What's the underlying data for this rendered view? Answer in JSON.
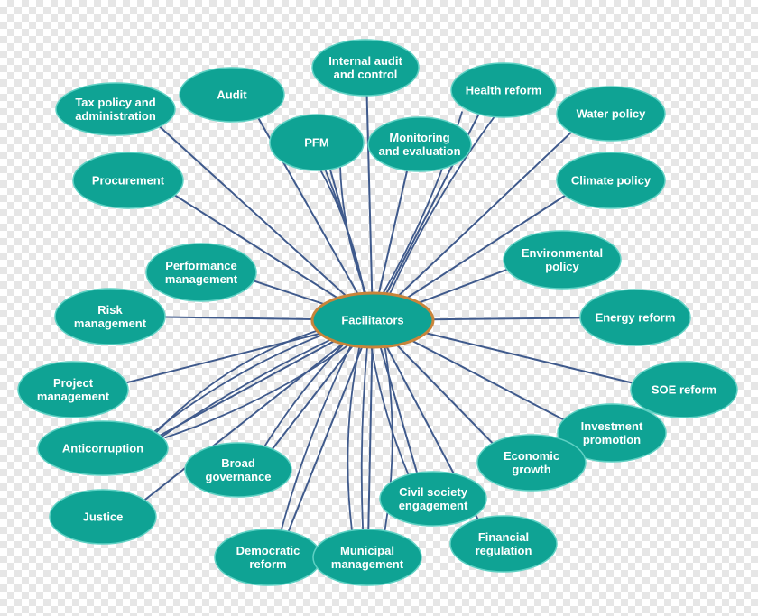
{
  "colors": {
    "node_fill": "#0fa394",
    "node_stroke": "#5fd1c4",
    "hub_fill": "#0fa394",
    "hub_stroke": "#c8843a",
    "edge": "#3f5a8c"
  },
  "hub": {
    "label": "Facilitators"
  },
  "nodes": [
    {
      "id": "tax",
      "lines": [
        "Tax policy and",
        "administration"
      ]
    },
    {
      "id": "audit",
      "lines": [
        "Audit"
      ]
    },
    {
      "id": "internal-audit",
      "lines": [
        "Internal audit",
        "and control"
      ]
    },
    {
      "id": "health",
      "lines": [
        "Health reform"
      ]
    },
    {
      "id": "water",
      "lines": [
        "Water policy"
      ]
    },
    {
      "id": "pfm",
      "lines": [
        "PFM"
      ]
    },
    {
      "id": "monitoring",
      "lines": [
        "Monitoring",
        "and evaluation"
      ]
    },
    {
      "id": "procurement",
      "lines": [
        "Procurement"
      ]
    },
    {
      "id": "climate",
      "lines": [
        "Climate policy"
      ]
    },
    {
      "id": "environmental",
      "lines": [
        "Environmental",
        "policy"
      ]
    },
    {
      "id": "performance",
      "lines": [
        "Performance",
        "management"
      ]
    },
    {
      "id": "risk",
      "lines": [
        "Risk",
        "management"
      ]
    },
    {
      "id": "energy",
      "lines": [
        "Energy reform"
      ]
    },
    {
      "id": "project",
      "lines": [
        "Project",
        "management"
      ]
    },
    {
      "id": "soe",
      "lines": [
        "SOE reform"
      ]
    },
    {
      "id": "investment",
      "lines": [
        "Investment",
        "promotion"
      ]
    },
    {
      "id": "anticorruption",
      "lines": [
        "Anticorruption"
      ]
    },
    {
      "id": "economic",
      "lines": [
        "Economic",
        "growth"
      ]
    },
    {
      "id": "broad",
      "lines": [
        "Broad",
        "governance"
      ]
    },
    {
      "id": "civil",
      "lines": [
        "Civil society",
        "engagement"
      ]
    },
    {
      "id": "justice",
      "lines": [
        "Justice"
      ]
    },
    {
      "id": "financial",
      "lines": [
        "Financial",
        "regulation"
      ]
    },
    {
      "id": "democratic",
      "lines": [
        "Democratic",
        "reform"
      ]
    },
    {
      "id": "municipal",
      "lines": [
        "Municipal",
        "management"
      ]
    }
  ]
}
